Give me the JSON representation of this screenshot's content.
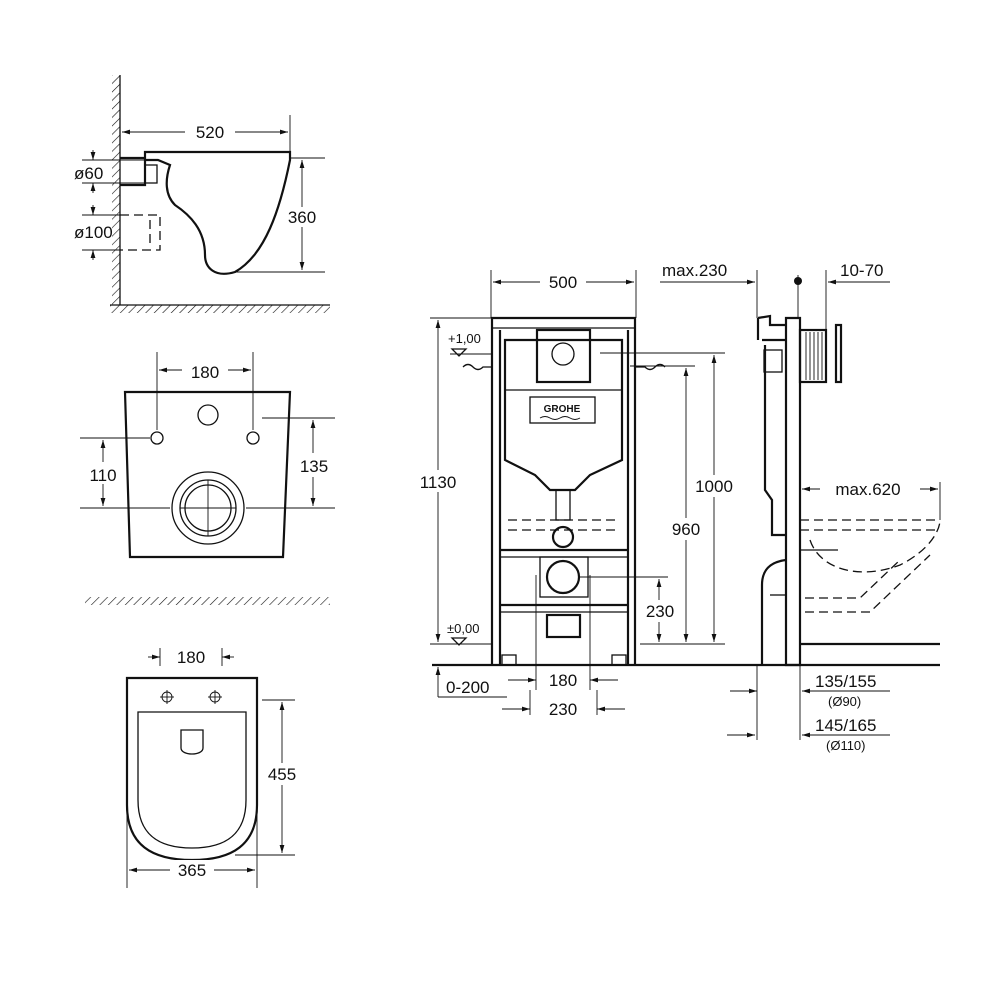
{
  "side_view_toilet": {
    "width": "520",
    "diam_top": "ø60",
    "diam_bottom": "ø100",
    "height": "360"
  },
  "back_view_toilet": {
    "hole_spacing": "180",
    "left_height": "110",
    "right_height": "135"
  },
  "top_view_toilet": {
    "hole_spacing": "180",
    "length": "455",
    "width": "365"
  },
  "frame_front": {
    "width": "500",
    "level_top": "+1,00",
    "level_zero": "±0,00",
    "total_height": "1130",
    "height_1000": "1000",
    "height_960": "960",
    "outlet_height": "230",
    "floor_adjust": "0-200",
    "inner_180": "180",
    "inner_230": "230",
    "logo": "GROHE"
  },
  "frame_side": {
    "max_depth": "max.230",
    "plate_range": "10-70",
    "max_projection": "max.620",
    "dim_a": "135/155",
    "dim_a_diam": "(Ø90)",
    "dim_b": "145/165",
    "dim_b_diam": "(Ø110)"
  }
}
